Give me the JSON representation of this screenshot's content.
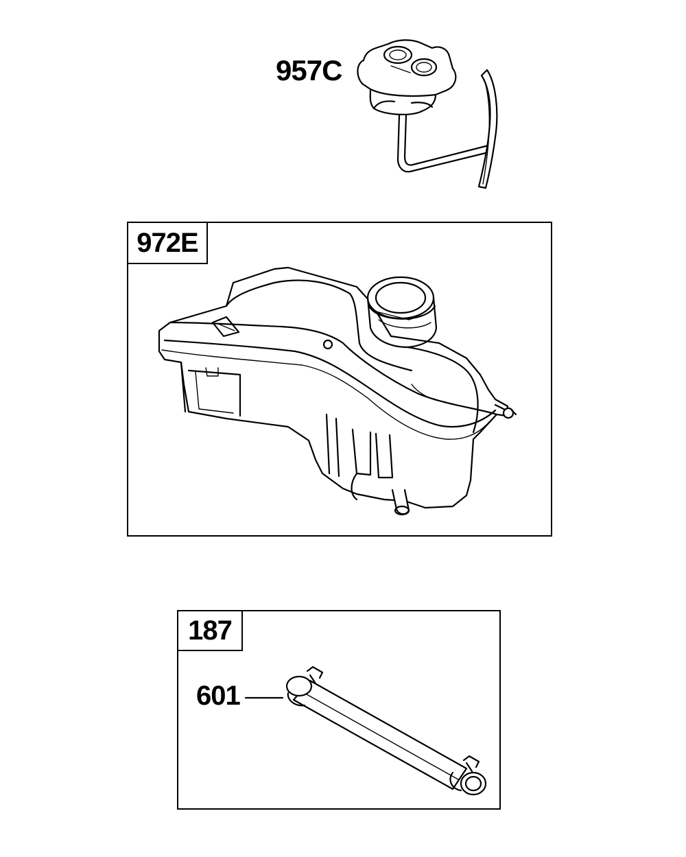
{
  "parts": {
    "cap": {
      "label": "957C"
    },
    "tank": {
      "label": "972E"
    },
    "line_kit": {
      "label": "187"
    },
    "hose": {
      "label": "601"
    }
  }
}
